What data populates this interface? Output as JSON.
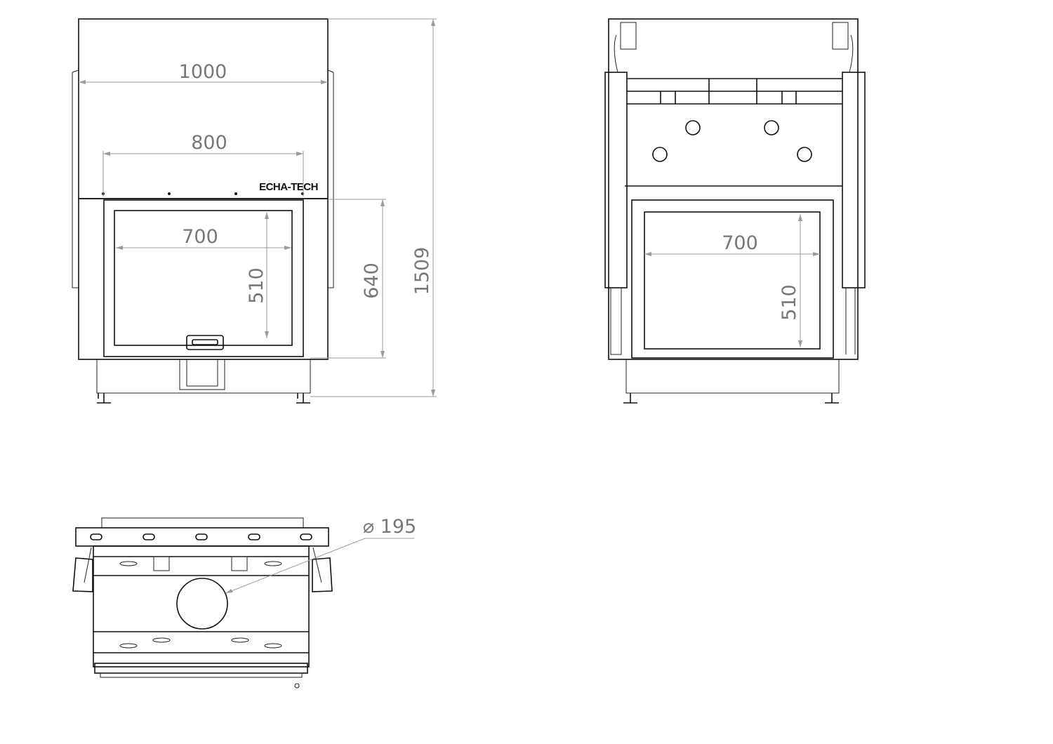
{
  "brand_logo": "ECHA-TECH",
  "front_view": {
    "dim_total_width": "1000",
    "dim_hood_width": "800",
    "dim_glass_width": "700",
    "dim_glass_height": "510",
    "dim_door_height": "640",
    "dim_total_height": "1509"
  },
  "rear_view": {
    "dim_glass_width": "700",
    "dim_glass_height": "510"
  },
  "top_view": {
    "dim_flue_diameter": "⌀ 195"
  },
  "colors": {
    "line": "#111111",
    "dimension": "#9a9a9a",
    "dimension_text": "#777777"
  }
}
